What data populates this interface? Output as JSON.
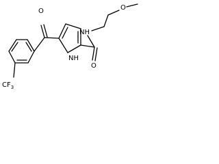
{
  "atom_labels": {
    "ketone_oxygen": "O",
    "amide_oxygen": "O",
    "amide_nitrogen": "NH",
    "pyrrole_nitrogen": "NH",
    "methoxy_oxygen": "O",
    "trifluoromethyl": "CF",
    "trifluoromethyl_subscript": "3"
  },
  "colors": {
    "bond": "#000000",
    "text": "#000000",
    "background": "#ffffff"
  }
}
